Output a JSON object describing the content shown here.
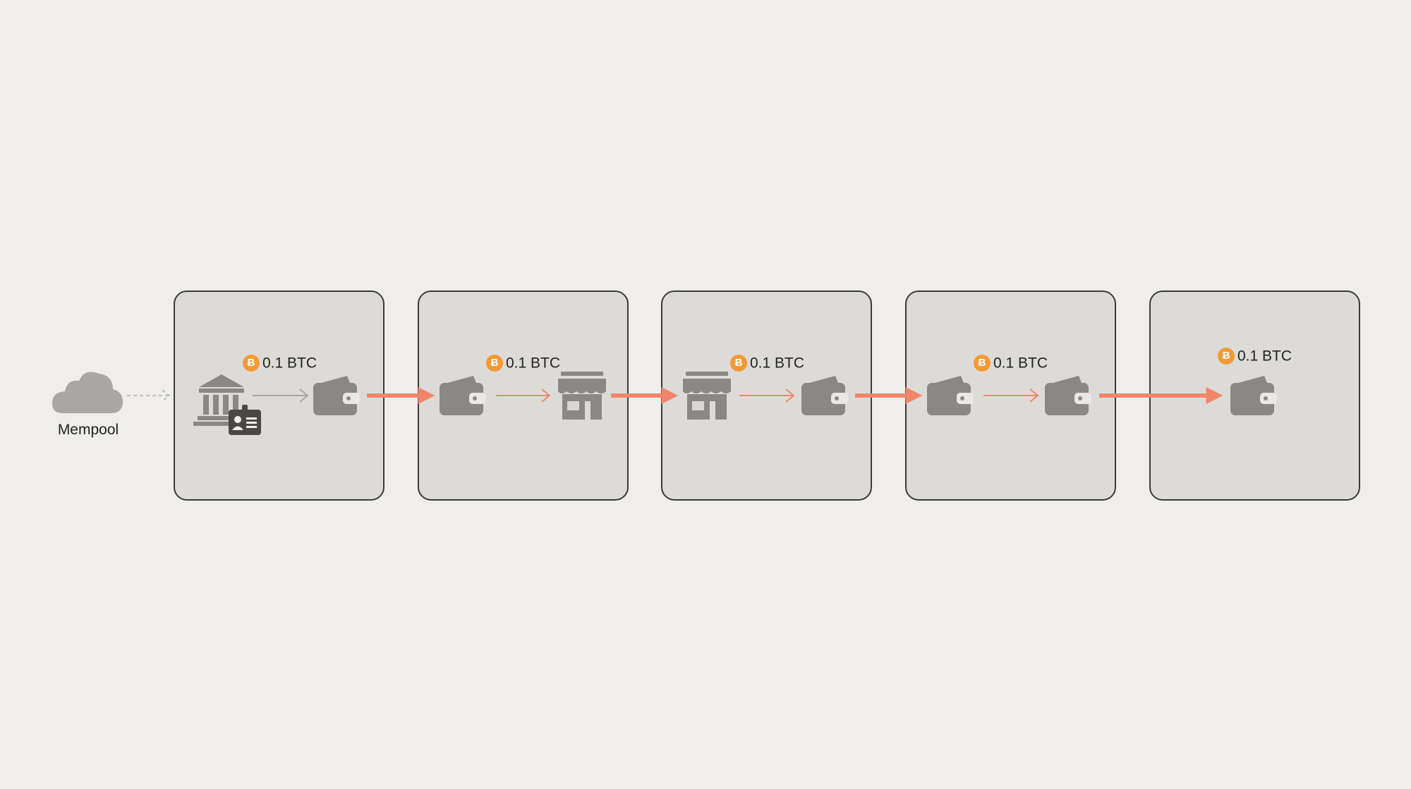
{
  "mempool": {
    "label": "Mempool",
    "icon": "cloud-icon"
  },
  "steps": [
    {
      "amount": "0.1 BTC",
      "from": "bank-with-id-icon",
      "to": "wallet-icon"
    },
    {
      "amount": "0.1 BTC",
      "from": "wallet-icon",
      "to": "store-icon"
    },
    {
      "amount": "0.1 BTC",
      "from": "store-icon",
      "to": "wallet-icon"
    },
    {
      "amount": "0.1 BTC",
      "from": "wallet-icon",
      "to": "wallet-icon"
    },
    {
      "amount": "0.1 BTC",
      "from": "",
      "to": "wallet-icon"
    }
  ],
  "btc_symbol": "Ƀ",
  "colors": {
    "background": "#efeeea",
    "box_fill": "#dddbd7",
    "box_border": "#3a3a3a",
    "icon": "#8a8886",
    "arrow": "#ef866b",
    "coin": "#f29a36"
  }
}
